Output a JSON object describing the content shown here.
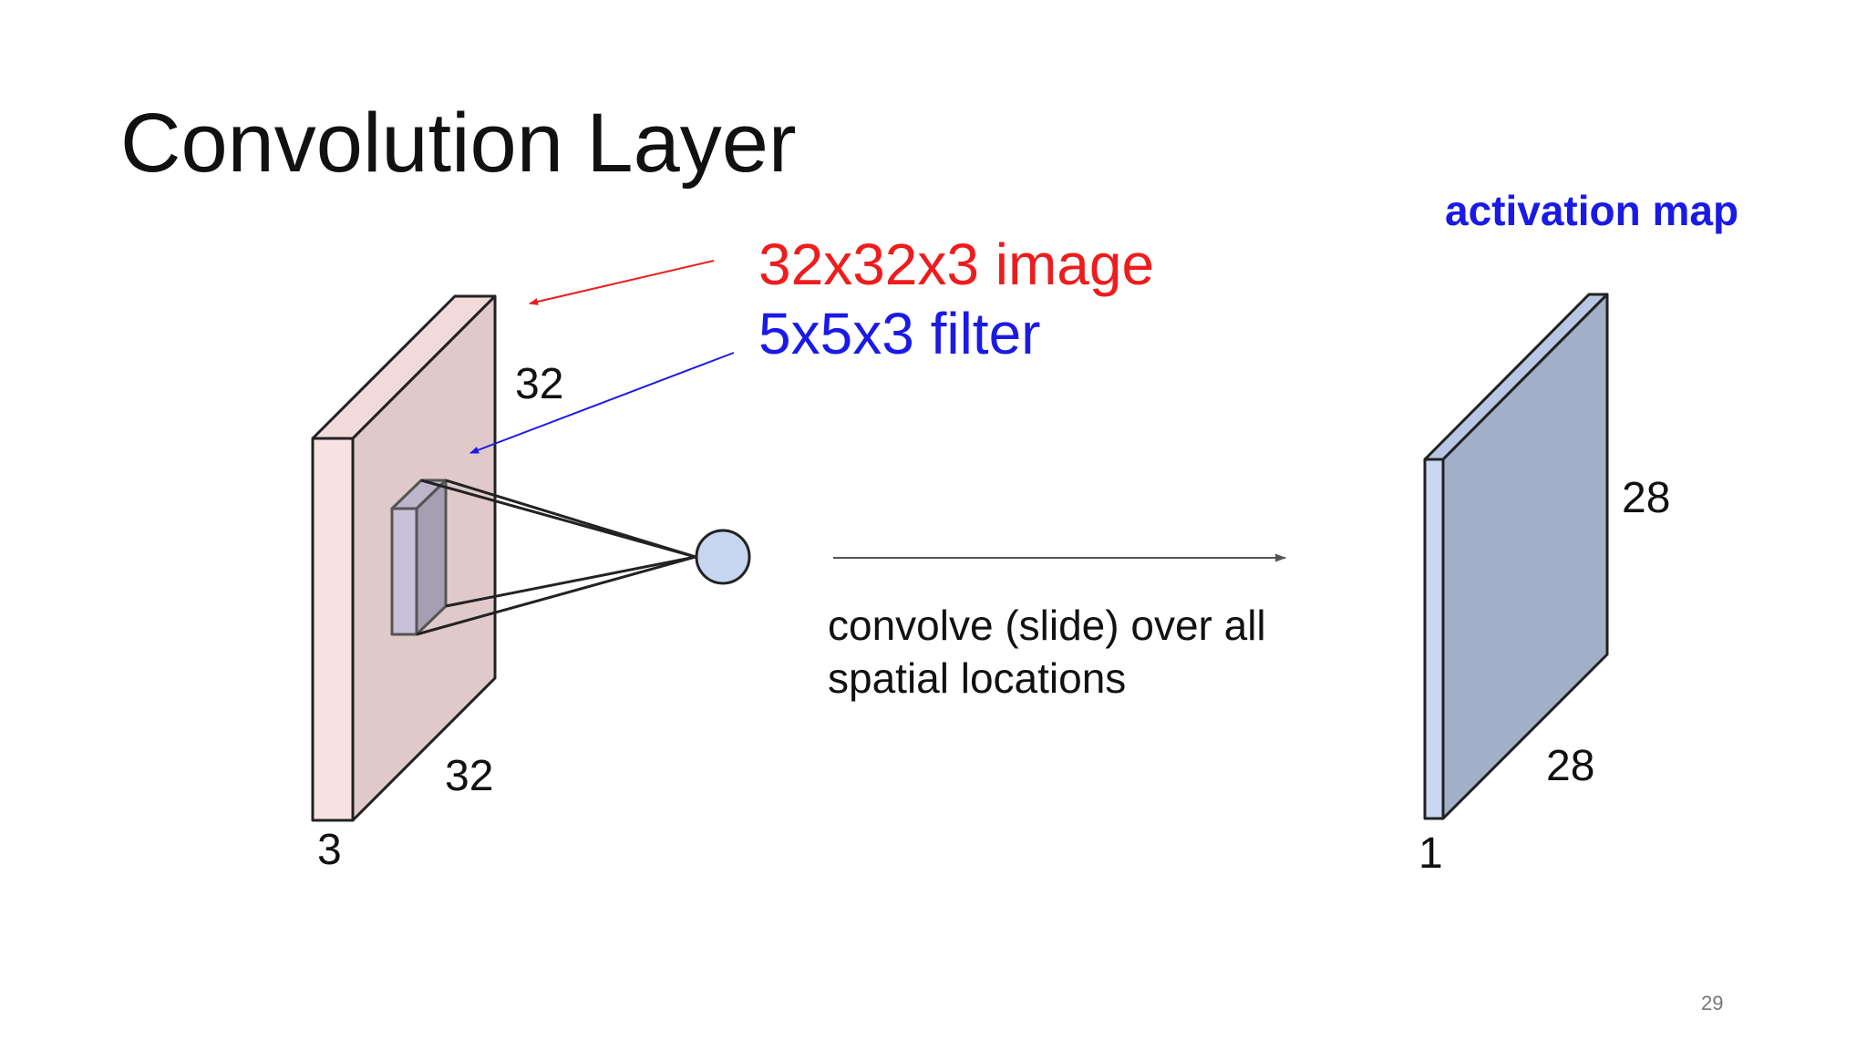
{
  "slide": {
    "title": "Convolution Layer",
    "page_number": "29"
  },
  "input_volume": {
    "caption": "32x32x3 image",
    "height_label": "32",
    "width_label": "32",
    "depth_label": "3",
    "colors": {
      "front": "#f7e2e2",
      "side": "#e0c9c9",
      "top": "#f2dada",
      "caption": "#ee1c1c"
    }
  },
  "filter": {
    "caption": "5x5x3 filter",
    "colors": {
      "front": "#c8c2d8",
      "side": "#a69fb3",
      "top": "#bcb5cc",
      "caption": "#1a1ae6"
    }
  },
  "output_neuron": {
    "color": "#c7d6f0"
  },
  "operation": {
    "caption_line1": "convolve (slide) over all",
    "caption_line2": "spatial locations"
  },
  "activation_map": {
    "title": "activation map",
    "height_label": "28",
    "width_label": "28",
    "depth_label": "1",
    "colors": {
      "front": "#c9d7f2",
      "side": "#a2afc8",
      "top": "#b8c7e6",
      "title": "#1a1ae6"
    }
  }
}
